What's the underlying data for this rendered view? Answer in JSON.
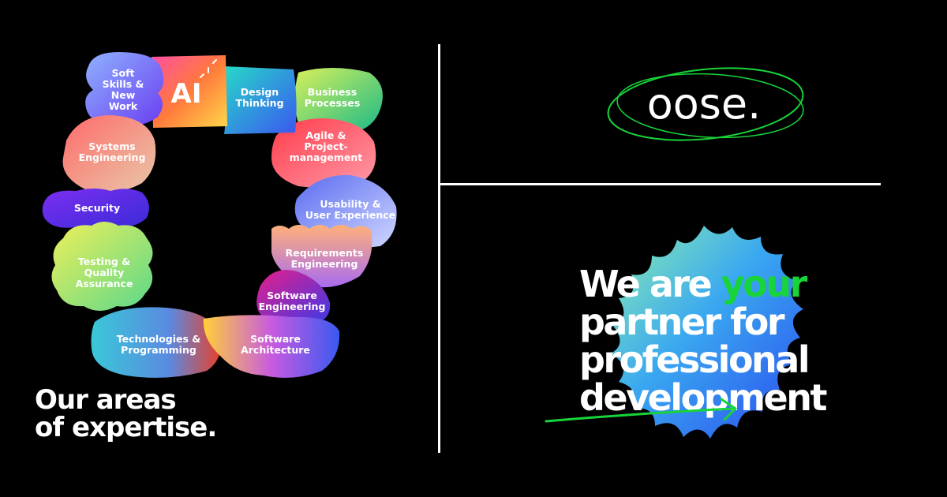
{
  "headline": {
    "line1": "Our areas",
    "line2": "of expertise."
  },
  "logo": {
    "text": "oose."
  },
  "tagline": {
    "line1_start": "We are ",
    "line1_accent": "your",
    "line2": "partner for",
    "line3": "professional",
    "line4": "development"
  },
  "areas": [
    {
      "id": "soft-skills",
      "lines": [
        "Soft",
        "Skills &",
        "New",
        "Work"
      ]
    },
    {
      "id": "ai",
      "lines": [
        "AI"
      ]
    },
    {
      "id": "design-thinking",
      "lines": [
        "Design",
        "Thinking"
      ]
    },
    {
      "id": "business-processes",
      "lines": [
        "Business",
        "Processes"
      ]
    },
    {
      "id": "systems-engineering",
      "lines": [
        "Systems",
        "Engineering"
      ]
    },
    {
      "id": "agile",
      "lines": [
        "Agile &",
        "Project-",
        "management"
      ]
    },
    {
      "id": "security",
      "lines": [
        "Security"
      ]
    },
    {
      "id": "usability",
      "lines": [
        "Usability &",
        "User Experience"
      ]
    },
    {
      "id": "testing",
      "lines": [
        "Testing &",
        "Quality",
        "Assurance"
      ]
    },
    {
      "id": "requirements",
      "lines": [
        "Requirements",
        "Engineering"
      ]
    },
    {
      "id": "software-engineering",
      "lines": [
        "Software",
        "Engineering"
      ]
    },
    {
      "id": "technologies",
      "lines": [
        "Technologies &",
        "Programming"
      ]
    },
    {
      "id": "software-architecture",
      "lines": [
        "Software",
        "Architecture"
      ]
    }
  ],
  "colors": {
    "background": "#000000",
    "accent_green": "#18d43a",
    "text": "#ffffff"
  }
}
